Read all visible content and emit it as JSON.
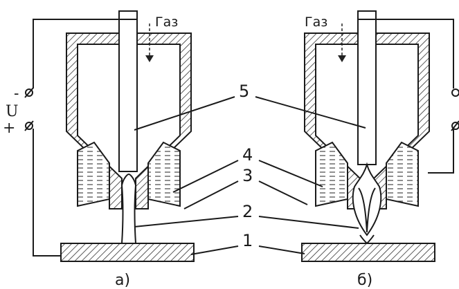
{
  "gas_label": "Газ",
  "panel_a_caption": "а)",
  "panel_b_caption": "б)",
  "voltage_label": "U",
  "minus_sign": "-",
  "plus_sign": "+",
  "callouts": [
    "1",
    "2",
    "3",
    "4",
    "5"
  ]
}
